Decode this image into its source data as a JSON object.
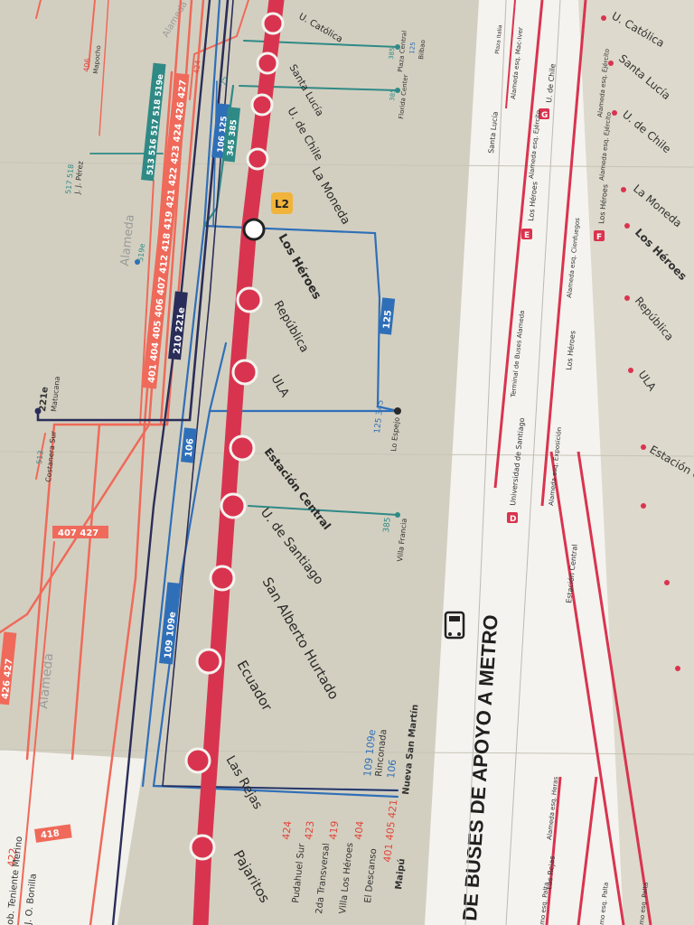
{
  "colors": {
    "metro_red": "#d9344f",
    "bus_red": "#ef6a5a",
    "bus_blue": "#2f6fb8",
    "bus_teal": "#2f8a86",
    "bus_navy": "#2a2d59",
    "paper_khaki": "#d3cfc0",
    "paper_white": "#f4f3ef"
  },
  "section_title": "DE BUSES DE APOYO A METRO",
  "avenue_labels": [
    "Alameda",
    "Alameda",
    "Alameda"
  ],
  "metro": {
    "line_badge": "L2",
    "stations": [
      "Pajaritos",
      "Las Rejas",
      "Ecuador",
      "San Alberto Hurtado",
      "U. de Santiago",
      "Estación Central",
      "ULA",
      "República",
      "Los Héroes",
      "La Moneda",
      "U. de Chile",
      "Santa Lucía",
      "U. Católica"
    ]
  },
  "route_bars": {
    "red_main": "401 404 405 406 407 412 418 419 421 422 423 424 426 427",
    "red_upper": "513 516 517 518 519e",
    "red_lower": "407 427",
    "red_left": "418",
    "red_far": "426 427",
    "blue_125": "125",
    "blue_106": "106",
    "blue_106_125": "106 125",
    "blue_109": "109 109e",
    "blue_109_lower": "109 109e",
    "teal_345": "345 385",
    "navy_210": "210 221e",
    "red_upper_small": "424"
  },
  "terminals": {
    "matucana_num": "221e",
    "matucana_name": "Matucana",
    "costanera_num": "513",
    "costanera_name": "Costanera Sur",
    "jj_num": "517 518",
    "jj_name": "J. J. Pérez",
    "e519": "519e",
    "mapocho_num": "406",
    "mapocho_name": "Mapocho",
    "espejo_nums": "125 345",
    "espejo_name": "Lo Espejo",
    "villa_num": "385",
    "villa_name": "Villa Francia",
    "florida_num": "385",
    "florida_name": "Florida Center",
    "pc_num": "385",
    "pc_name": "Plaza Central",
    "bilbao_num": "125",
    "bilbao_name": "Bilbao",
    "t_25": "25",
    "t_424": "424"
  },
  "west_destinations": [
    {
      "num": "424",
      "name": "Pudahuel Sur"
    },
    {
      "num": "423",
      "name": "2da Transversal"
    },
    {
      "num": "419",
      "name": "Villa Los Héroes"
    },
    {
      "num": "404",
      "name": "El Descanso"
    },
    {
      "num": "401 405 421",
      "name": "Maipú"
    }
  ],
  "east_destinations": [
    {
      "num": "109 109e",
      "name": "Rinconada"
    },
    {
      "num": "106",
      "name": "Nueva San Martín"
    }
  ],
  "left_edge": {
    "num_422": "422",
    "teniente": "ob. Teniente Merino",
    "bonilla": "J. O. Bonilla"
  },
  "stops_panel": {
    "items": [
      {
        "letter": "D",
        "station": "Universidad de Santiago",
        "sub": "Terminal de Buses Alameda"
      },
      {
        "letter": "E",
        "station": "Los Héroes",
        "sub": "Alameda esq. Ejército"
      },
      {
        "letter": "F",
        "station": "Los Héroes",
        "sub": "Alameda esq. Ejército"
      },
      {
        "letter": "G",
        "station": "U. de Chile",
        "sub": "Alameda esq. Ejército"
      },
      {
        "letter": "",
        "station": "Santa Lucía",
        "sub": "Alameda esq. Mac-Iver"
      },
      {
        "letter": "",
        "station": "Estación Central",
        "sub": "Alameda esq. Exposición"
      },
      {
        "letter": "",
        "station": "Los Héroes",
        "sub": "Alameda esq. Cienfuegos"
      },
      {
        "letter": "",
        "station": "Las Rejas",
        "sub": "Alameda esq. Heras"
      }
    ],
    "bottom_subs": [
      "mo esq. Palta",
      "mo esq. Palta",
      "mo esq. Palta"
    ],
    "tiny_place": "Plaza Italia"
  },
  "right_stations": [
    "U. Católica",
    "Santa Lucía",
    "U. de Chile",
    "La Moneda",
    "Los Héroes",
    "República",
    "ULA",
    "Estación Central"
  ]
}
